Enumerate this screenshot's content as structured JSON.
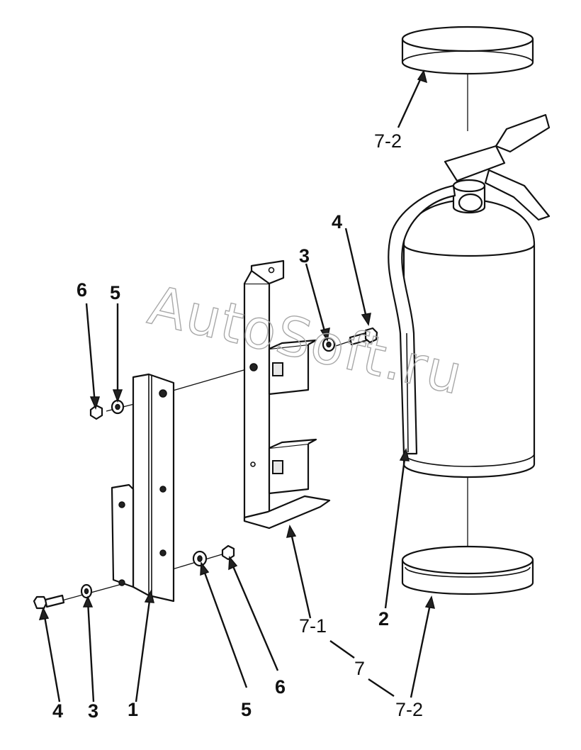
{
  "watermark": "AutoSoft.ru",
  "labels": {
    "c1": "1",
    "c2": "2",
    "c3_left": "3",
    "c3_top": "3",
    "c4_left": "4",
    "c4_top": "4",
    "c5_left": "5",
    "c5_bottom": "5",
    "c6_left": "6",
    "c6_bottom": "6",
    "c7": "7",
    "c7_1": "7-1",
    "c7_2_top": "7-2",
    "c7_2_bottom": "7-2"
  },
  "icons": {
    "extinguisher": "fire-extinguisher-icon",
    "bracket": "mounting-bracket-icon",
    "plate": "mounting-plate-icon",
    "strap": "clamp-ring-icon",
    "bolt": "bolt-icon",
    "washer": "washer-icon",
    "nut": "nut-icon"
  }
}
